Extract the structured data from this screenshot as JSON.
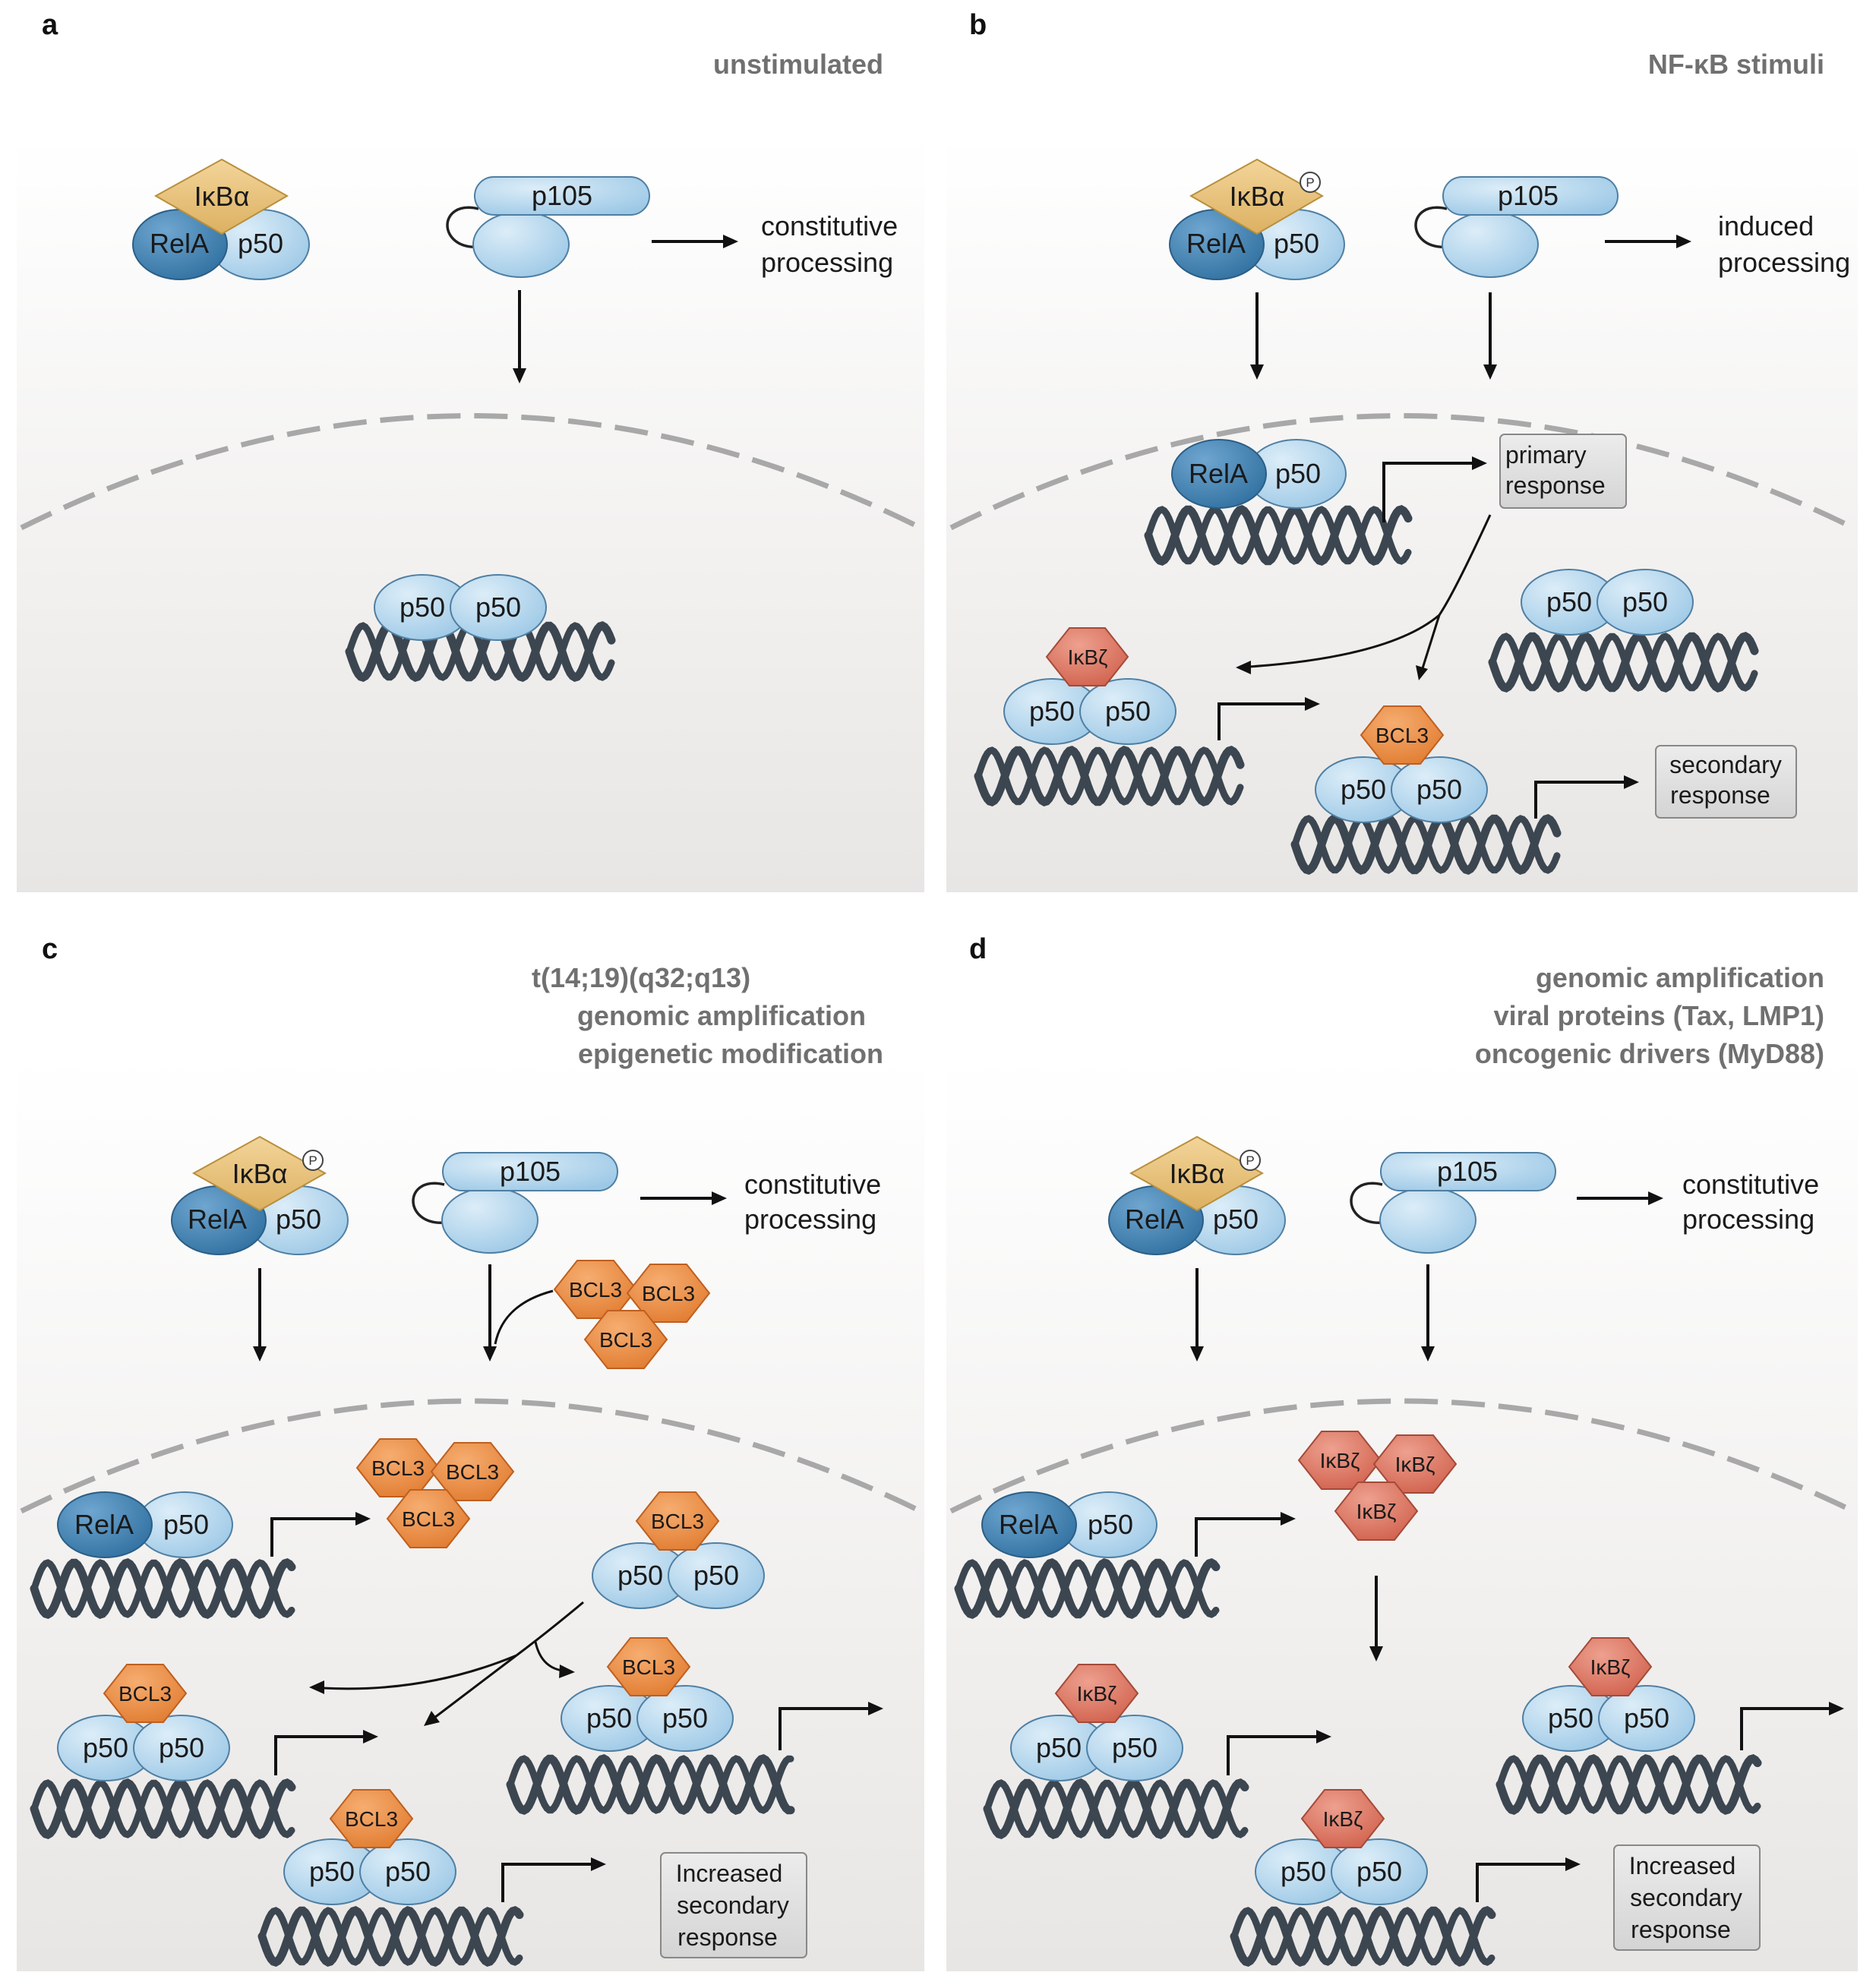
{
  "panels": {
    "a": {
      "label": "a",
      "title": [
        "unstimulated"
      ]
    },
    "b": {
      "label": "b",
      "title": [
        "NF-κB stimuli"
      ]
    },
    "c": {
      "label": "c",
      "title": [
        "t(14;19)(q32;q13)",
        "genomic amplification",
        "epigenetic modification"
      ]
    },
    "d": {
      "label": "d",
      "title": [
        "genomic amplification",
        "viral proteins (Tax, LMP1)",
        "oncogenic drivers (MyD88)"
      ]
    }
  },
  "molecules": {
    "ikba": "IκBα",
    "rela": "RelA",
    "p50": "p50",
    "p105": "p105",
    "bcl3": "BCL3",
    "ikbz": "IκBζ",
    "phospho": "P"
  },
  "processing": {
    "constitutive": [
      "constitutive",
      "processing"
    ],
    "induced": [
      "induced",
      "processing"
    ]
  },
  "response_boxes": {
    "primary": [
      "primary",
      "response"
    ],
    "secondary": [
      "secondary",
      "response"
    ],
    "increased_secondary": [
      "Increased",
      "secondary",
      "response"
    ]
  },
  "colors": {
    "rela": "#3f82b5",
    "p50": "#b3d6ee",
    "ikba": "#e8c274",
    "bcl3": "#e98a42",
    "ikbz": "#d9725f",
    "dna": "#3c4650",
    "panel_bg_top": "#ffffff",
    "panel_bg_bottom": "#e9e7e5",
    "response_box": "#dedede"
  }
}
